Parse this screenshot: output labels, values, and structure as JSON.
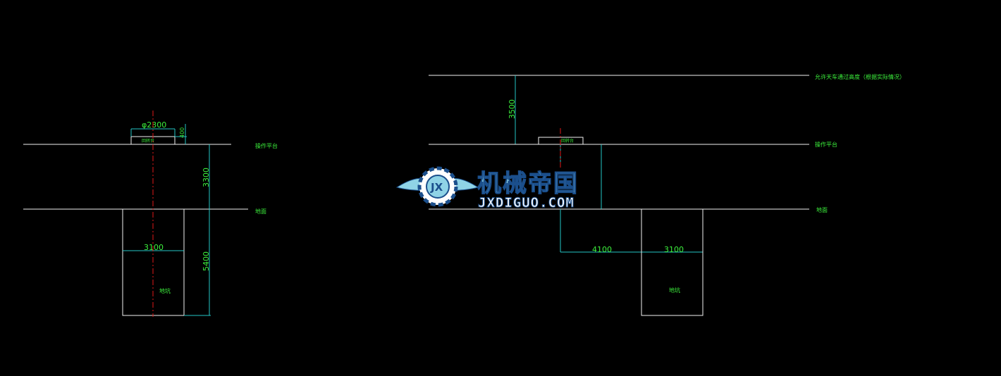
{
  "left_view": {
    "diameter_label": "φ2300",
    "small_height_label": "400",
    "block_label": "回转台",
    "platform_label": "操作平台",
    "height_label": "3300",
    "ground_label": "地面",
    "pit_width_label": "3100",
    "pit_depth_label": "5400",
    "pit_label": "地坑"
  },
  "right_view": {
    "crane_label": "允许天车通过高度（根据实际情况）",
    "clearance_label": "3500",
    "block_label": "回转台",
    "platform_label": "操作平台",
    "ground_label": "地面",
    "offset_label": "4100",
    "pit_width_label": "3100",
    "pit_label": "地坑"
  },
  "watermark": {
    "cn_text": "机械帝国",
    "en_text": "JXDIGUO.COM",
    "badge_text": "JX"
  },
  "colors": {
    "background": "#000000",
    "outline": "#f2f2f2",
    "dimension": "#25c6c6",
    "centerline": "#e01818",
    "text": "#3cf03c"
  }
}
